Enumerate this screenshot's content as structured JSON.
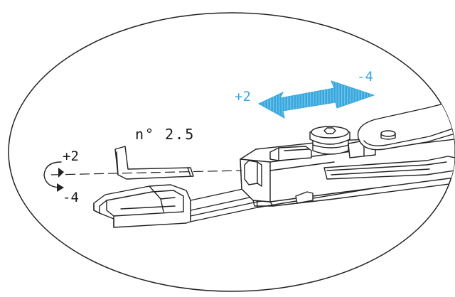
{
  "diagram": {
    "labels": {
      "key_size": "n° 2.5",
      "rotate_plus": "+2",
      "rotate_minus": "-4",
      "slide_plus": "+2",
      "slide_minus": "-4"
    },
    "colors": {
      "arrow": "#3aa7dc",
      "line": "#222222",
      "background": "#ffffff"
    },
    "icons": {
      "rotation": "circular-arrow-icon",
      "adjust": "double-arrow-icon",
      "tool": "allen-key-icon"
    }
  }
}
